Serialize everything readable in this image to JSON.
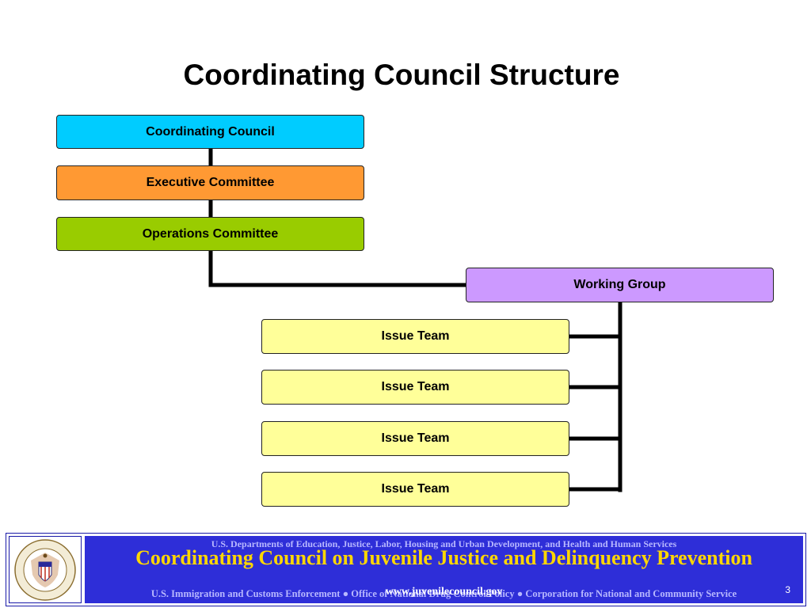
{
  "slide": {
    "title": "Coordinating Council Structure",
    "page_number": "3"
  },
  "org_chart": {
    "nodes": {
      "council": {
        "label": "Coordinating Council",
        "color": "#00ccff"
      },
      "executive": {
        "label": "Executive Committee",
        "color": "#ff9933"
      },
      "operations": {
        "label": "Operations Committee",
        "color": "#99cc00"
      },
      "working_group": {
        "label": "Working Group",
        "color": "#cc99ff"
      },
      "issue_teams": [
        {
          "label": "Issue Team",
          "color": "#ffff99"
        },
        {
          "label": "Issue Team",
          "color": "#ffff99"
        },
        {
          "label": "Issue Team",
          "color": "#ffff99"
        },
        {
          "label": "Issue Team",
          "color": "#ffff99"
        }
      ]
    }
  },
  "footer": {
    "departments": "U.S. Departments of Education, Justice, Labor, Housing and Urban Development, and Health and Human Services",
    "org_name": "Coordinating Council on Juvenile Justice and Delinquency Prevention",
    "agencies": "U.S. Immigration and Customs Enforcement ● Office of National Drug Control Policy ● Corporation for National and Community Service",
    "url": "www.juvenilecouncil.gov",
    "banner_color": "#2e2ed8",
    "seal_icon": "council-seal-icon"
  }
}
